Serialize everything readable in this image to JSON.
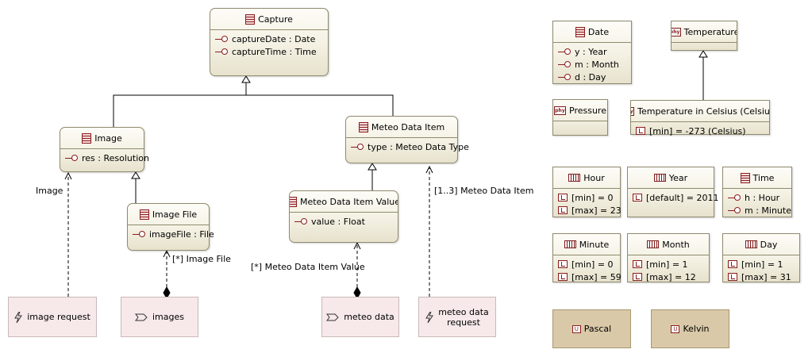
{
  "classes": {
    "capture": {
      "name": "Capture",
      "attrs": [
        "captureDate : Date",
        "captureTime : Time"
      ]
    },
    "image": {
      "name": "Image",
      "attrs": [
        "res : Resolution"
      ]
    },
    "image_file": {
      "name": "Image File",
      "attrs": [
        "imageFile : File"
      ]
    },
    "meteo_data_item": {
      "name": "Meteo Data Item",
      "attrs": [
        "type : Meteo Data Type"
      ]
    },
    "meteo_data_item_value": {
      "name": "Meteo Data Item Value",
      "attrs": [
        "value : Float"
      ]
    },
    "date": {
      "name": "Date",
      "attrs": [
        "y : Year",
        "m : Month",
        "d : Day"
      ]
    },
    "temperature": {
      "name": "Temperature"
    },
    "pressure": {
      "name": "Pressure"
    },
    "temperature_celsius": {
      "name": "Temperature in Celsius (Celsius)",
      "attrs": [
        "[min]  = -273 (Celsius)"
      ]
    },
    "hour": {
      "name": "Hour",
      "attrs": [
        "[min]  = 0",
        "[max]  = 23"
      ]
    },
    "year": {
      "name": "Year",
      "attrs": [
        "[default]  = 2011"
      ]
    },
    "time": {
      "name": "Time",
      "attrs": [
        "h : Hour",
        "m : Minute"
      ]
    },
    "minute": {
      "name": "Minute",
      "attrs": [
        "[min]  = 0",
        "[max]  = 59"
      ]
    },
    "month": {
      "name": "Month",
      "attrs": [
        "[min]  = 1",
        "[max]  = 12"
      ]
    },
    "day": {
      "name": "Day",
      "attrs": [
        "[min]  = 1",
        "[max]  = 31"
      ]
    }
  },
  "actors": {
    "image_request": "image request",
    "images": "images",
    "meteo_data": "meteo data",
    "meteo_data_request": [
      "meteo data",
      "request"
    ]
  },
  "units": {
    "pascal": "Pascal",
    "kelvin": "Kelvin"
  },
  "labels": {
    "image": "Image",
    "image_file_assoc": "[*] Image File",
    "meteo_value_assoc": "[*] Meteo Data Item Value",
    "meteo_item_assoc": "[1..3] Meteo Data Item"
  },
  "icon_text": {
    "phy": "phy",
    "unit": "U"
  },
  "colors": {
    "class_border": "#8f8a6e",
    "actor_fill": "#f7e9ea",
    "unit_fill": "#d9c9a8",
    "icon_red": "#8a1c1c"
  }
}
